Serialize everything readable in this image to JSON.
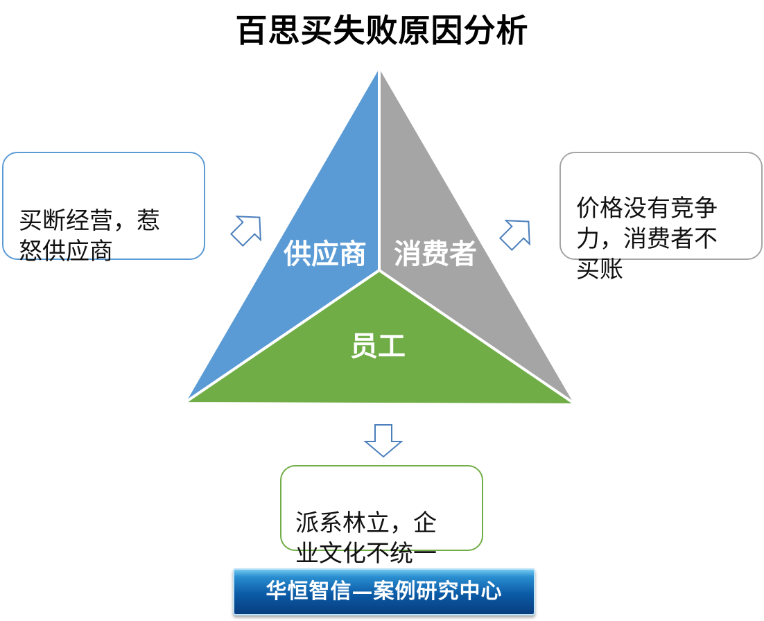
{
  "title": "百思买失败原因分析",
  "triangle": {
    "left_label": "供应商",
    "right_label": "消费者",
    "bottom_label": "员工"
  },
  "boxes": {
    "left_text": "买断经营，惹\n怒供应商",
    "right_text": "价格没有竞争\n力，消费者不\n买账",
    "bottom_text": "派系林立，企\n业文化不统一"
  },
  "footer": {
    "text": "华恒智信—案例研究中心"
  },
  "colors": {
    "supplier_blue": "#5b9bd5",
    "consumer_gray": "#a5a5a5",
    "employee_green": "#70ad47",
    "arrow_stroke": "#4a7ebb"
  },
  "icons": [
    "arrow-up-left-icon",
    "arrow-up-right-icon",
    "arrow-down-icon"
  ]
}
